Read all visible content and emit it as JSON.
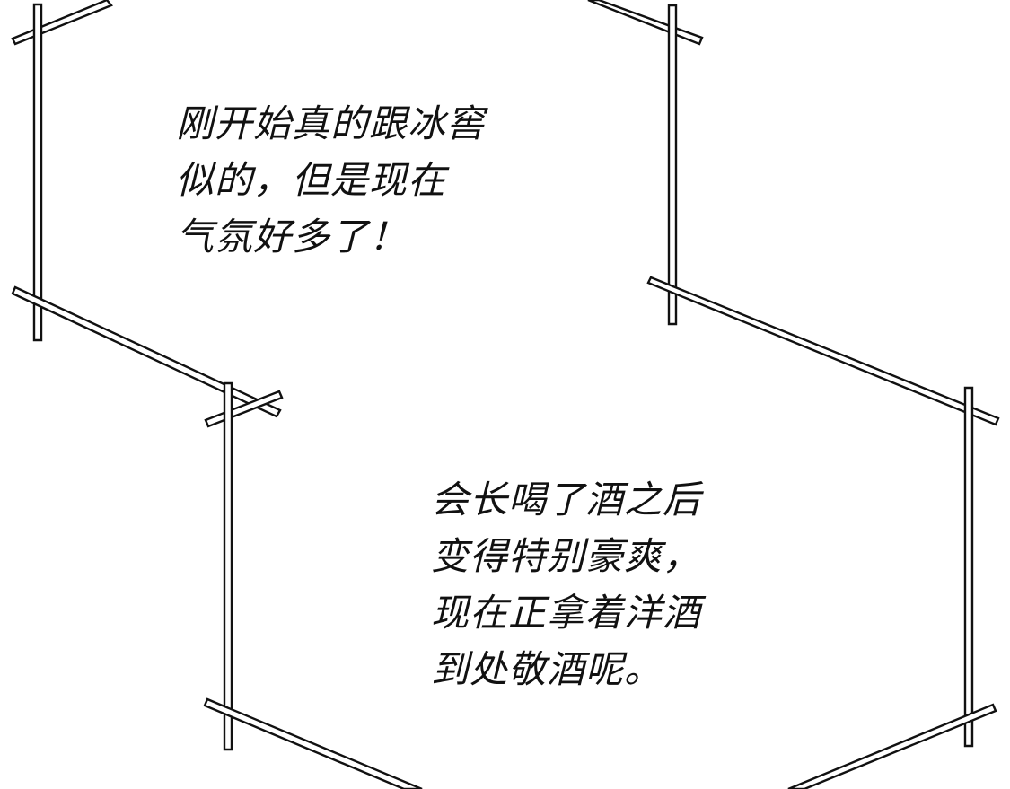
{
  "panel_1": {
    "lines": [
      "刚开始真的跟冰窖",
      "似的，但是现在",
      "气氛好多了！"
    ]
  },
  "panel_2": {
    "lines": [
      "会长喝了酒之后",
      "变得特别豪爽，",
      "现在正拿着洋酒",
      "到处敬酒呢。"
    ]
  }
}
